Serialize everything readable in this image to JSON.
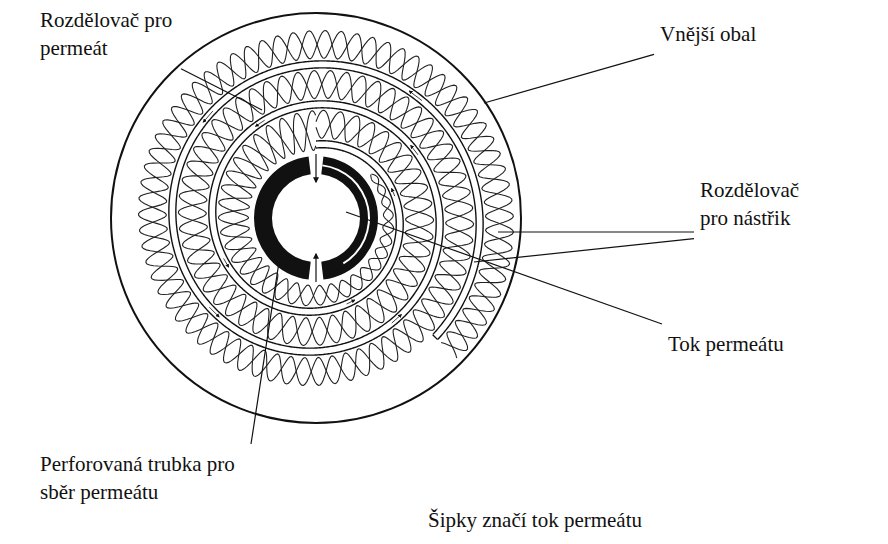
{
  "diagram": {
    "caption": "Šipky značí tok permeátu",
    "labels": [
      "Rozdělovač pro permeát",
      "Vnější obal",
      "Rozdělovač pro nástřik",
      "Tok permeátu",
      "Perforovaná trubka pro sběr permeátu"
    ]
  }
}
